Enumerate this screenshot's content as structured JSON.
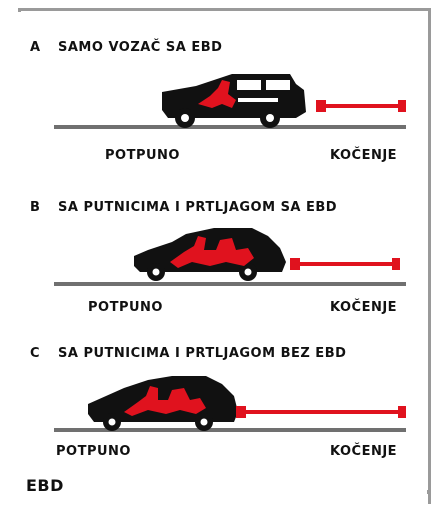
{
  "colors": {
    "accent": "#e0121e",
    "car": "#111111",
    "road": "#707070",
    "frame": "#9a9a9a"
  },
  "panels": [
    {
      "letter": "A",
      "title": "SAMO VOZAČ SA EBD",
      "left_label": "POTPUNO",
      "right_label": "KOČENJE"
    },
    {
      "letter": "B",
      "title": "SA PUTNICIMA I PRTLJAGOM SA EBD",
      "left_label": "POTPUNO",
      "right_label": "KOČENJE"
    },
    {
      "letter": "C",
      "title": "SA PUTNICIMA I PRTLJAGOM BEZ EBD",
      "left_label": "POTPUNO",
      "right_label": "KOČENJE"
    }
  ],
  "footer": {
    "label": "EBD"
  }
}
